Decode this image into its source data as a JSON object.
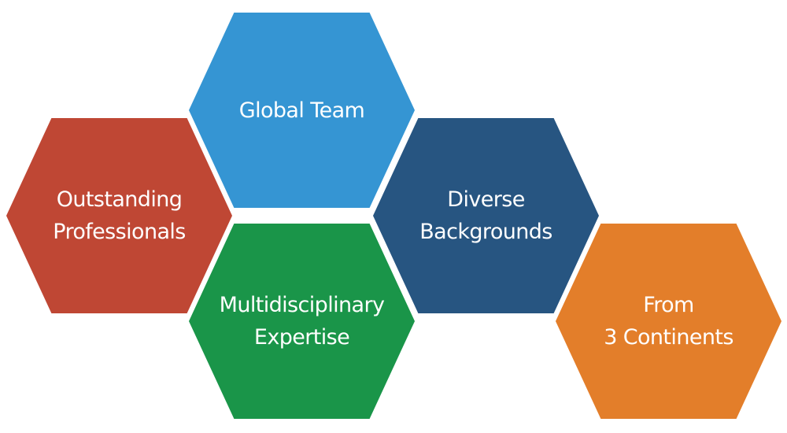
{
  "hexagons": [
    {
      "line1": "Global Team",
      "line2": "",
      "color": "#3595D3"
    },
    {
      "line1": "Outstanding",
      "line2": "Professionals",
      "color": "#BF4734"
    },
    {
      "line1": "Diverse",
      "line2": "Backgrounds",
      "color": "#275581"
    },
    {
      "line1": "Multidisciplinary",
      "line2": "Expertise",
      "color": "#1A9549"
    },
    {
      "line1": "From",
      "line2": "3 Continents",
      "color": "#E37E2A"
    }
  ]
}
